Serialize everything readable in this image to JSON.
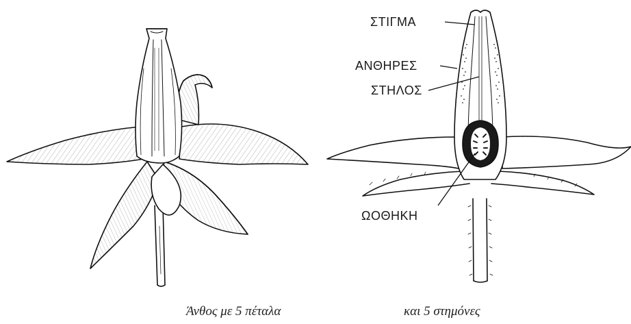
{
  "labels": {
    "stigma": "ΣΤΙΓΜΑ",
    "anthers": "ΑΝΘΗΡΕΣ",
    "style": "ΣΤΗΛΟΣ",
    "ovary": "ΩΟΘΗΚΗ"
  },
  "captions": {
    "left": "Άνθος με 5 πέταλα",
    "right": "και 5 στημόνες"
  }
}
